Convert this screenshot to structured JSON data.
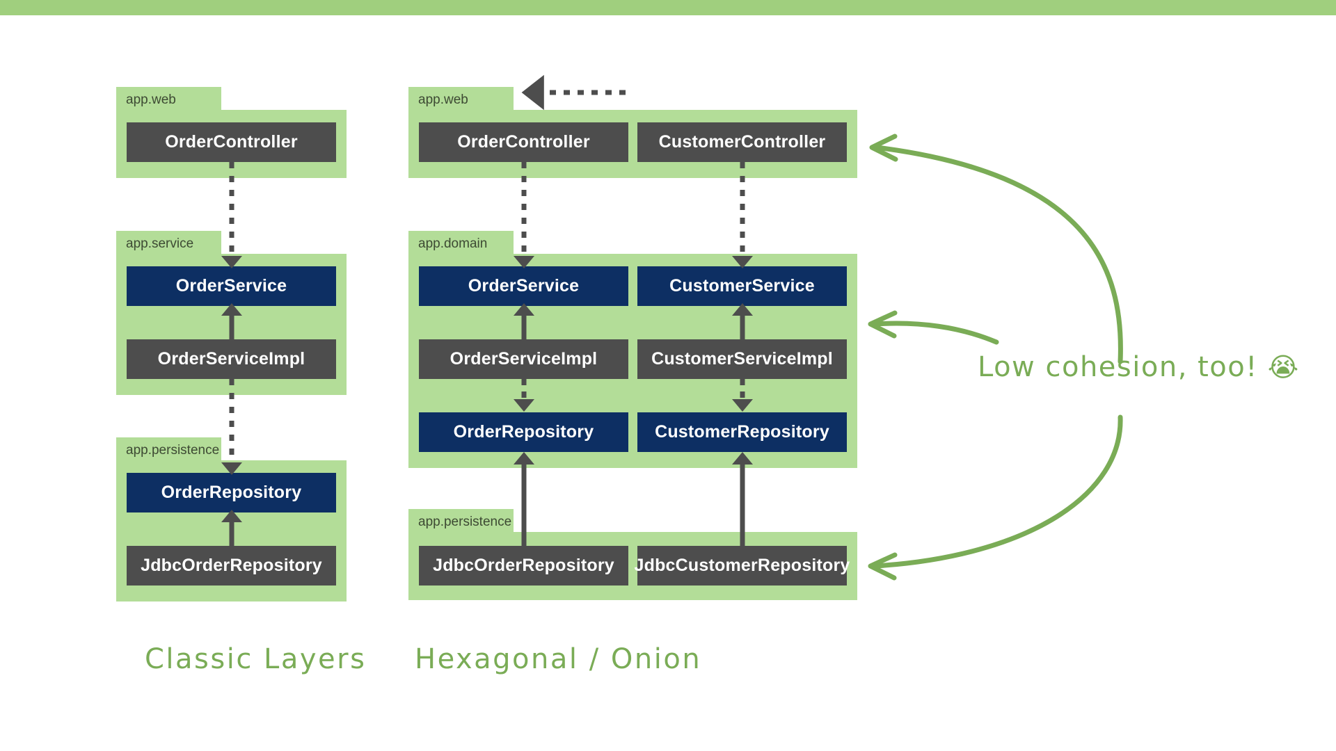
{
  "theme": {
    "accent_bar": "#a0cf7e",
    "package_green": "#b3dd98",
    "implementation_gray": "#4d4d4d",
    "interface_navy": "#0d2f63",
    "annotation_green": "#7aac56",
    "arrow_gray": "#4d4d4d",
    "background": "#ffffff"
  },
  "columns": [
    {
      "id": "classic-layers",
      "caption": "Classic Layers",
      "packages": [
        {
          "name": "app.web",
          "classes": [
            {
              "label": "OrderController",
              "kind": "implementation"
            }
          ]
        },
        {
          "name": "app.service",
          "classes": [
            {
              "label": "OrderService",
              "kind": "interface"
            },
            {
              "label": "OrderServiceImpl",
              "kind": "implementation"
            }
          ]
        },
        {
          "name": "app.persistence",
          "classes": [
            {
              "label": "OrderRepository",
              "kind": "interface"
            },
            {
              "label": "JdbcOrderRepository",
              "kind": "implementation"
            }
          ]
        }
      ],
      "relations": [
        {
          "from": "OrderController",
          "to": "OrderService",
          "style": "dashed",
          "meaning": "depends-on"
        },
        {
          "from": "OrderServiceImpl",
          "to": "OrderService",
          "style": "solid",
          "meaning": "implements"
        },
        {
          "from": "OrderServiceImpl",
          "to": "OrderRepository",
          "style": "dashed",
          "meaning": "depends-on"
        },
        {
          "from": "JdbcOrderRepository",
          "to": "OrderRepository",
          "style": "solid",
          "meaning": "implements"
        }
      ]
    },
    {
      "id": "hexagonal-onion",
      "caption": "Hexagonal / Onion",
      "packages": [
        {
          "name": "app.web",
          "classes": [
            {
              "label": "OrderController",
              "kind": "implementation"
            },
            {
              "label": "CustomerController",
              "kind": "implementation"
            }
          ]
        },
        {
          "name": "app.domain",
          "classes": [
            {
              "label": "OrderService",
              "kind": "interface"
            },
            {
              "label": "CustomerService",
              "kind": "interface"
            },
            {
              "label": "OrderServiceImpl",
              "kind": "implementation"
            },
            {
              "label": "CustomerServiceImpl",
              "kind": "implementation"
            },
            {
              "label": "OrderRepository",
              "kind": "interface"
            },
            {
              "label": "CustomerRepository",
              "kind": "interface"
            }
          ]
        },
        {
          "name": "app.persistence",
          "classes": [
            {
              "label": "JdbcOrderRepository",
              "kind": "implementation"
            },
            {
              "label": "JdbcCustomerRepository",
              "kind": "implementation"
            }
          ]
        }
      ],
      "relations": [
        {
          "from": "OrderController",
          "to": "OrderService",
          "style": "dashed",
          "meaning": "depends-on"
        },
        {
          "from": "CustomerController",
          "to": "CustomerService",
          "style": "dashed",
          "meaning": "depends-on"
        },
        {
          "from": "OrderServiceImpl",
          "to": "OrderService",
          "style": "solid",
          "meaning": "implements"
        },
        {
          "from": "CustomerServiceImpl",
          "to": "CustomerService",
          "style": "solid",
          "meaning": "implements"
        },
        {
          "from": "OrderServiceImpl",
          "to": "OrderRepository",
          "style": "dashed",
          "meaning": "depends-on"
        },
        {
          "from": "CustomerServiceImpl",
          "to": "CustomerRepository",
          "style": "dashed",
          "meaning": "depends-on"
        },
        {
          "from": "JdbcOrderRepository",
          "to": "OrderRepository",
          "style": "solid",
          "meaning": "implements"
        },
        {
          "from": "JdbcCustomerRepository",
          "to": "CustomerRepository",
          "style": "solid",
          "meaning": "implements"
        }
      ]
    }
  ],
  "annotation": {
    "text": "Low cohesion, too!",
    "emoji": "😭",
    "pointer_targets": [
      "app.web row",
      "app.domain row",
      "app.persistence row"
    ]
  },
  "labels": {
    "classic_caption": "Classic Layers",
    "hex_caption": "Hexagonal / Onion",
    "pkg_web": "app.web",
    "pkg_service": "app.service",
    "pkg_domain": "app.domain",
    "pkg_persistence": "app.persistence",
    "order_controller": "OrderController",
    "customer_controller": "CustomerController",
    "order_service": "OrderService",
    "customer_service": "CustomerService",
    "order_service_impl": "OrderServiceImpl",
    "customer_service_impl": "CustomerServiceImpl",
    "order_repository": "OrderRepository",
    "customer_repository": "CustomerRepository",
    "jdbc_order_repository": "JdbcOrderRepository",
    "jdbc_customer_repository": "JdbcCustomerRepository"
  }
}
